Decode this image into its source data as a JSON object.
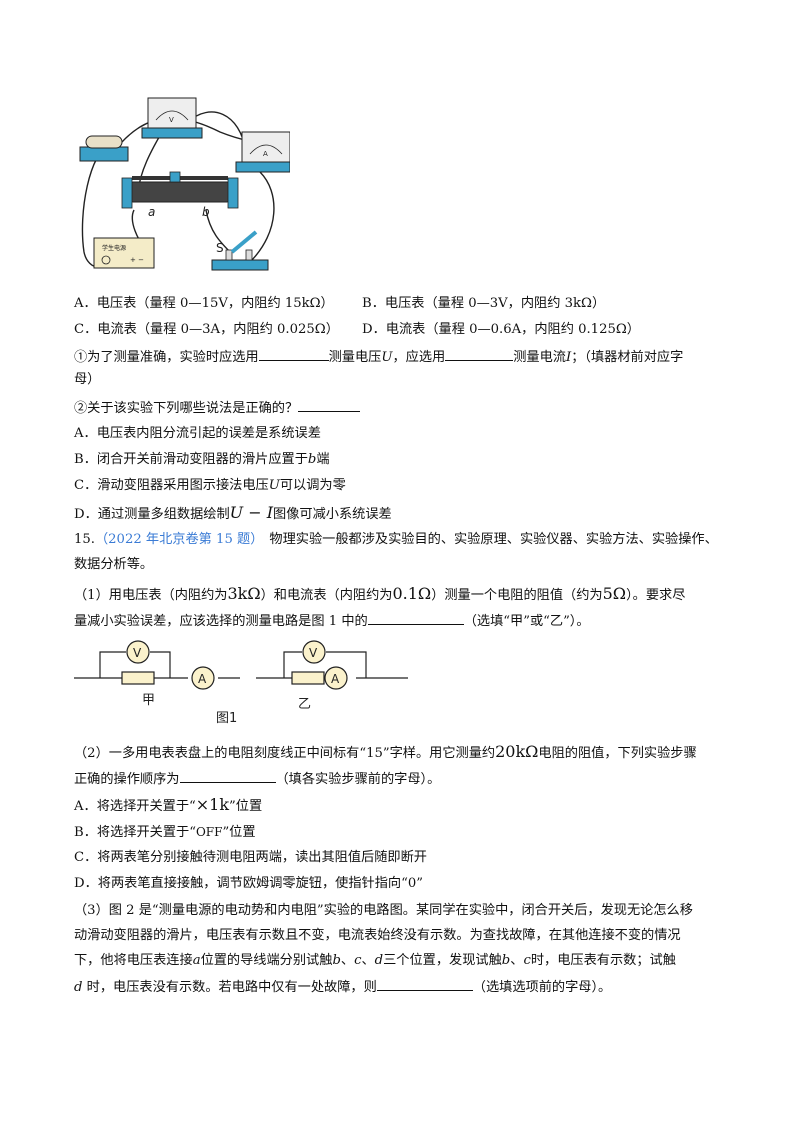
{
  "circuit_labels": {
    "a": "a",
    "b": "b",
    "s": "S",
    "v": "V",
    "ammeter": "A",
    "supply": "学生电源",
    "plus_minus": "+ −"
  },
  "options1": {
    "A": "A．电压表（量程 0—15V，内阻约 15kΩ）",
    "B": "B．电压表（量程 0—3V，内阻约 3kΩ）",
    "C": "C．电流表（量程 0—3A，内阻约 0.025Ω）",
    "D": "D．电流表（量程 0—0.6A，内阻约 0.125Ω）"
  },
  "q1": {
    "p1": "①为了测量准确，实验时应选用",
    "p2": "测量电压",
    "p2_var": "U",
    "p3": "，应选用",
    "p4": "测量电流",
    "p4_var": "I",
    "p5": "；（填器材前对应字",
    "p6": "母）"
  },
  "q2": {
    "stem": "②关于该实验下列哪些说法是正确的？",
    "A": "A．电压表内阻分流引起的误差是系统误差",
    "B_pre": "B．闭合开关前滑动变阻器的滑片应置于",
    "B_var": "b",
    "B_post": "端",
    "C_pre": "C．滑动变阻器采用图示接法电压",
    "C_var": "U",
    "C_post": "可以调为零",
    "D_pre": "D．通过测量多组数据绘制",
    "D_var": "U − I",
    "D_post": "图像可减小系统误差"
  },
  "q15": {
    "num": "15.",
    "source": "（2022 年北京卷第 15 题）",
    "stem1": "物理实验一般都涉及实验目的、实验原理、实验仪器、实验方法、实验操作、",
    "stem2": "数据分析等。",
    "p1_a": "（1）用电压表（内阻约为",
    "p1_r1": "3kΩ",
    "p1_b": "）和电流表（内阻约为",
    "p1_r2": "0.1Ω",
    "p1_c": "）测量一个电阻的阻值（约为",
    "p1_r3": "5Ω",
    "p1_d": "）。要求尽",
    "p1_e": "量减小实验误差，应该选择的测量电路是图 1 中的",
    "p1_f": "（选填“甲”或“乙”）。",
    "fig_jia": "甲",
    "fig_yi": "乙",
    "fig_caption": "图1",
    "fig_v": "V",
    "fig_a": "A",
    "p2_a": "（2）一多用电表表盘上的电阻刻度线正中间标有“15”字样。用它测量约",
    "p2_r": "20kΩ",
    "p2_b": "电阻的阻值，下列实验步骤",
    "p2_c": "正确的操作顺序为",
    "p2_d": "（填各实验步骤前的字母）。",
    "s_A_pre": "A．将选择开关置于“",
    "s_A_sym": "×1k",
    "s_A_post": "”位置",
    "s_B_pre": "B．将选择开关置于“",
    "s_B_sym": "OFF",
    "s_B_post": "”位置",
    "s_C": "C．将两表笔分别接触待测电阻两端，读出其阻值后随即断开",
    "s_D": "D．将两表笔直接接触，调节欧姆调零旋钮，使指针指向“0”",
    "p3_l1": "（3）图 2 是“测量电源的电动势和内电阻”实验的电路图。某同学在实验中，闭合开关后，发现无论怎么移",
    "p3_l2": "动滑动变阻器的滑片，电压表有示数且不变，电流表始终没有示数。为查找故障，在其他连接不变的情况",
    "p3_l3a": "下，他将电压表连接",
    "p3_l3_a": "a",
    "p3_l3b": "位置的导线端分别试触",
    "p3_l3_b": "b",
    "p3_l3c": "、",
    "p3_l3_c": "c",
    "p3_l3d": "、",
    "p3_l3_d": "d",
    "p3_l3e": "三个位置，发现试触",
    "p3_l3_b2": "b",
    "p3_l3f": "、",
    "p3_l3_c2": "c",
    "p3_l3g": "时，电压表有示数；试触",
    "p3_l4_d": "d",
    "p3_l4a": " 时，电压表没有示数。若电路中仅有一处故障，则",
    "p3_l4b": "（选填选项前的字母）。"
  }
}
